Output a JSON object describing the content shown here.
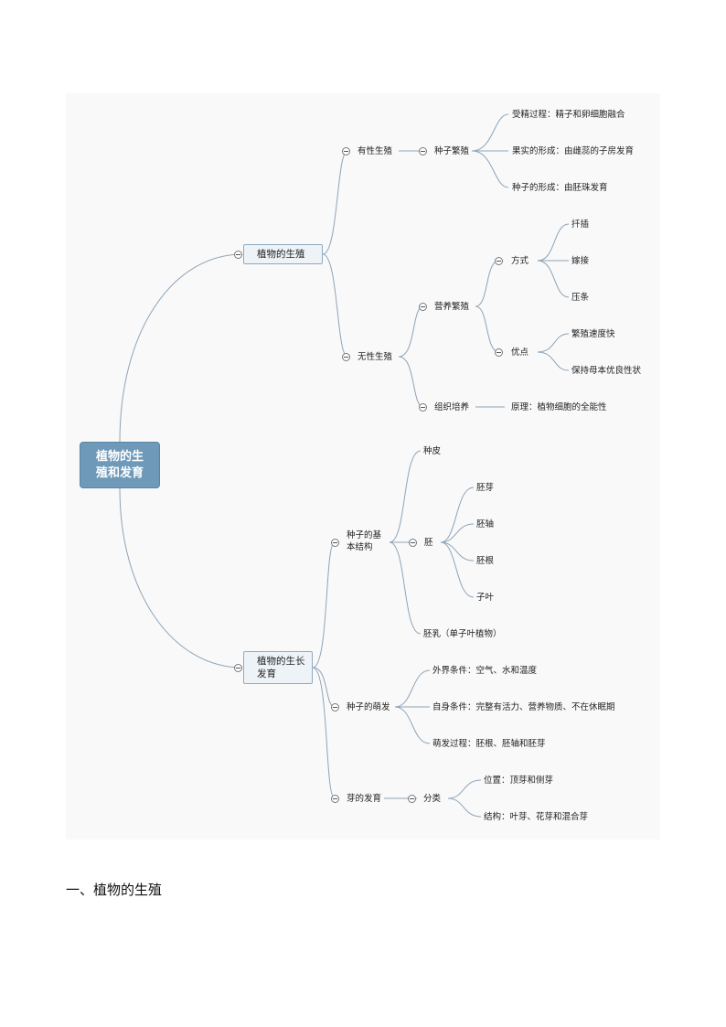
{
  "mindmap": {
    "root": "植物的生殖和发育",
    "reproduction": {
      "title": "植物的生殖",
      "sexual": {
        "label": "有性生殖",
        "seed_reproduction": "种子繁殖",
        "items": [
          "受精过程：精子和卵细胞融合",
          "果实的形成：由雌蕊的子房发育",
          "种子的形成：由胚珠发育"
        ]
      },
      "asexual": {
        "label": "无性生殖",
        "vegetative": {
          "label": "营养繁殖",
          "methods_label": "方式",
          "methods": [
            "扦插",
            "嫁接",
            "压条"
          ],
          "advantages_label": "优点",
          "advantages": [
            "繁殖速度快",
            "保持母本优良性状"
          ]
        },
        "tissue_culture": {
          "label": "组织培养",
          "principle": "原理：植物细胞的全能性"
        }
      }
    },
    "growth": {
      "title": "植物的生长发育",
      "seed_structure": {
        "label": "种子的基本结构",
        "seed_coat": "种皮",
        "embryo": {
          "label": "胚",
          "parts": [
            "胚芽",
            "胚轴",
            "胚根",
            "子叶"
          ]
        },
        "endosperm": "胚乳（单子叶植物）"
      },
      "germination": {
        "label": "种子的萌发",
        "items": [
          "外界条件：空气、水和温度",
          "自身条件：完整有活力、营养物质、不在休眠期",
          "萌发过程：胚根、胚轴和胚芽"
        ]
      },
      "bud": {
        "label": "芽的发育",
        "classification": {
          "label": "分类",
          "items": [
            "位置：顶芽和侧芽",
            "结构：叶芽、花芽和混合芽"
          ]
        }
      }
    }
  },
  "section": {
    "heading": "一、植物的生殖"
  }
}
